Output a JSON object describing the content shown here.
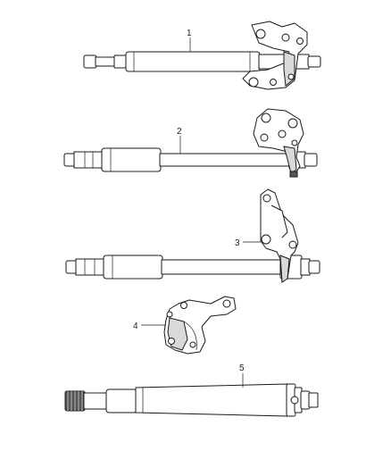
{
  "parts": [
    {
      "callout": "1",
      "icon": "shaft-with-bracket-icon"
    },
    {
      "callout": "2",
      "icon": "shaft-with-bracket-icon"
    },
    {
      "callout": "3",
      "icon": "shaft-with-bracket-icon"
    },
    {
      "callout": "4",
      "icon": "bracket-icon"
    },
    {
      "callout": "5",
      "icon": "splined-shaft-icon"
    }
  ]
}
